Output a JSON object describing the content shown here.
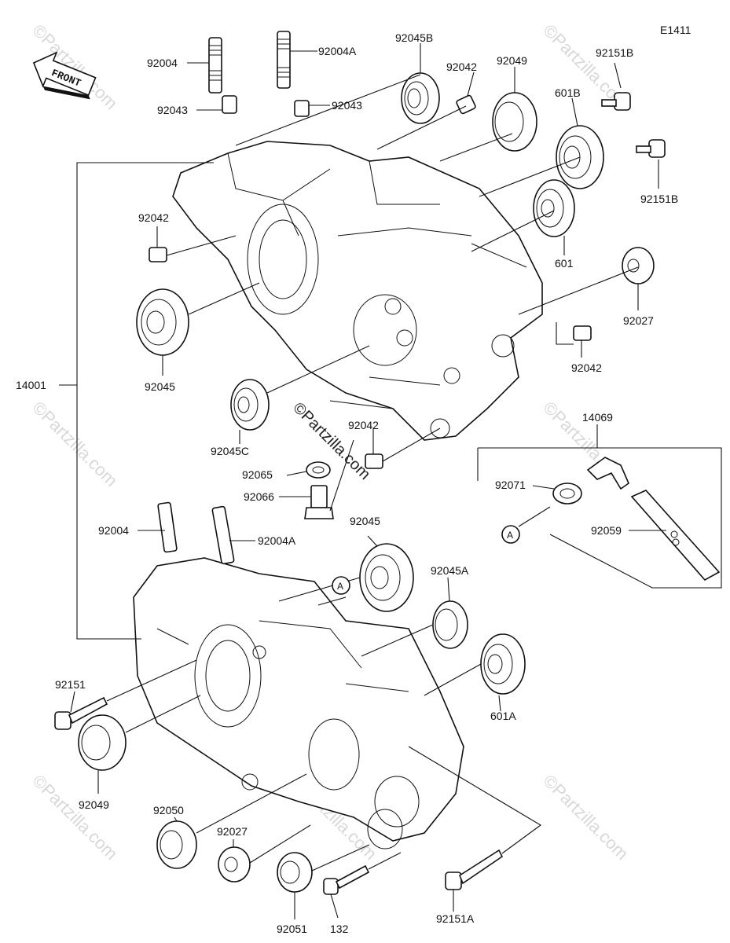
{
  "diagram_code": "E1411",
  "front_label": "FRONT",
  "watermark_main": "©Partzilla.com",
  "watermark_faint": "©Partzilla.com",
  "callout_letter": "A",
  "labels": {
    "p92004_top": "92004",
    "p92004A_top": "92004A",
    "p92043_left": "92043",
    "p92043_right": "92043",
    "p92045B": "92045B",
    "p92042_top": "92042",
    "p92049_top": "92049",
    "p92151B_top": "92151B",
    "p601B": "601B",
    "p92151B_right": "92151B",
    "p92042_left": "92042",
    "p601": "601",
    "p92027_right": "92027",
    "p92042_right": "92042",
    "p92045_left": "92045",
    "p92045C": "92045C",
    "p14001": "14001",
    "p92042_mid": "92042",
    "p14069": "14069",
    "p92065": "92065",
    "p92066": "92066",
    "p92071": "92071",
    "p92004_bottom": "92004",
    "p92004A_bottom": "92004A",
    "p92045_bottom": "92045",
    "p92059": "92059",
    "p92045A": "92045A",
    "p92151": "92151",
    "p601A": "601A",
    "p92049_bottom": "92049",
    "p92050": "92050",
    "p92027_bottom": "92027",
    "p92051": "92051",
    "p132": "132",
    "p92151A": "92151A"
  }
}
